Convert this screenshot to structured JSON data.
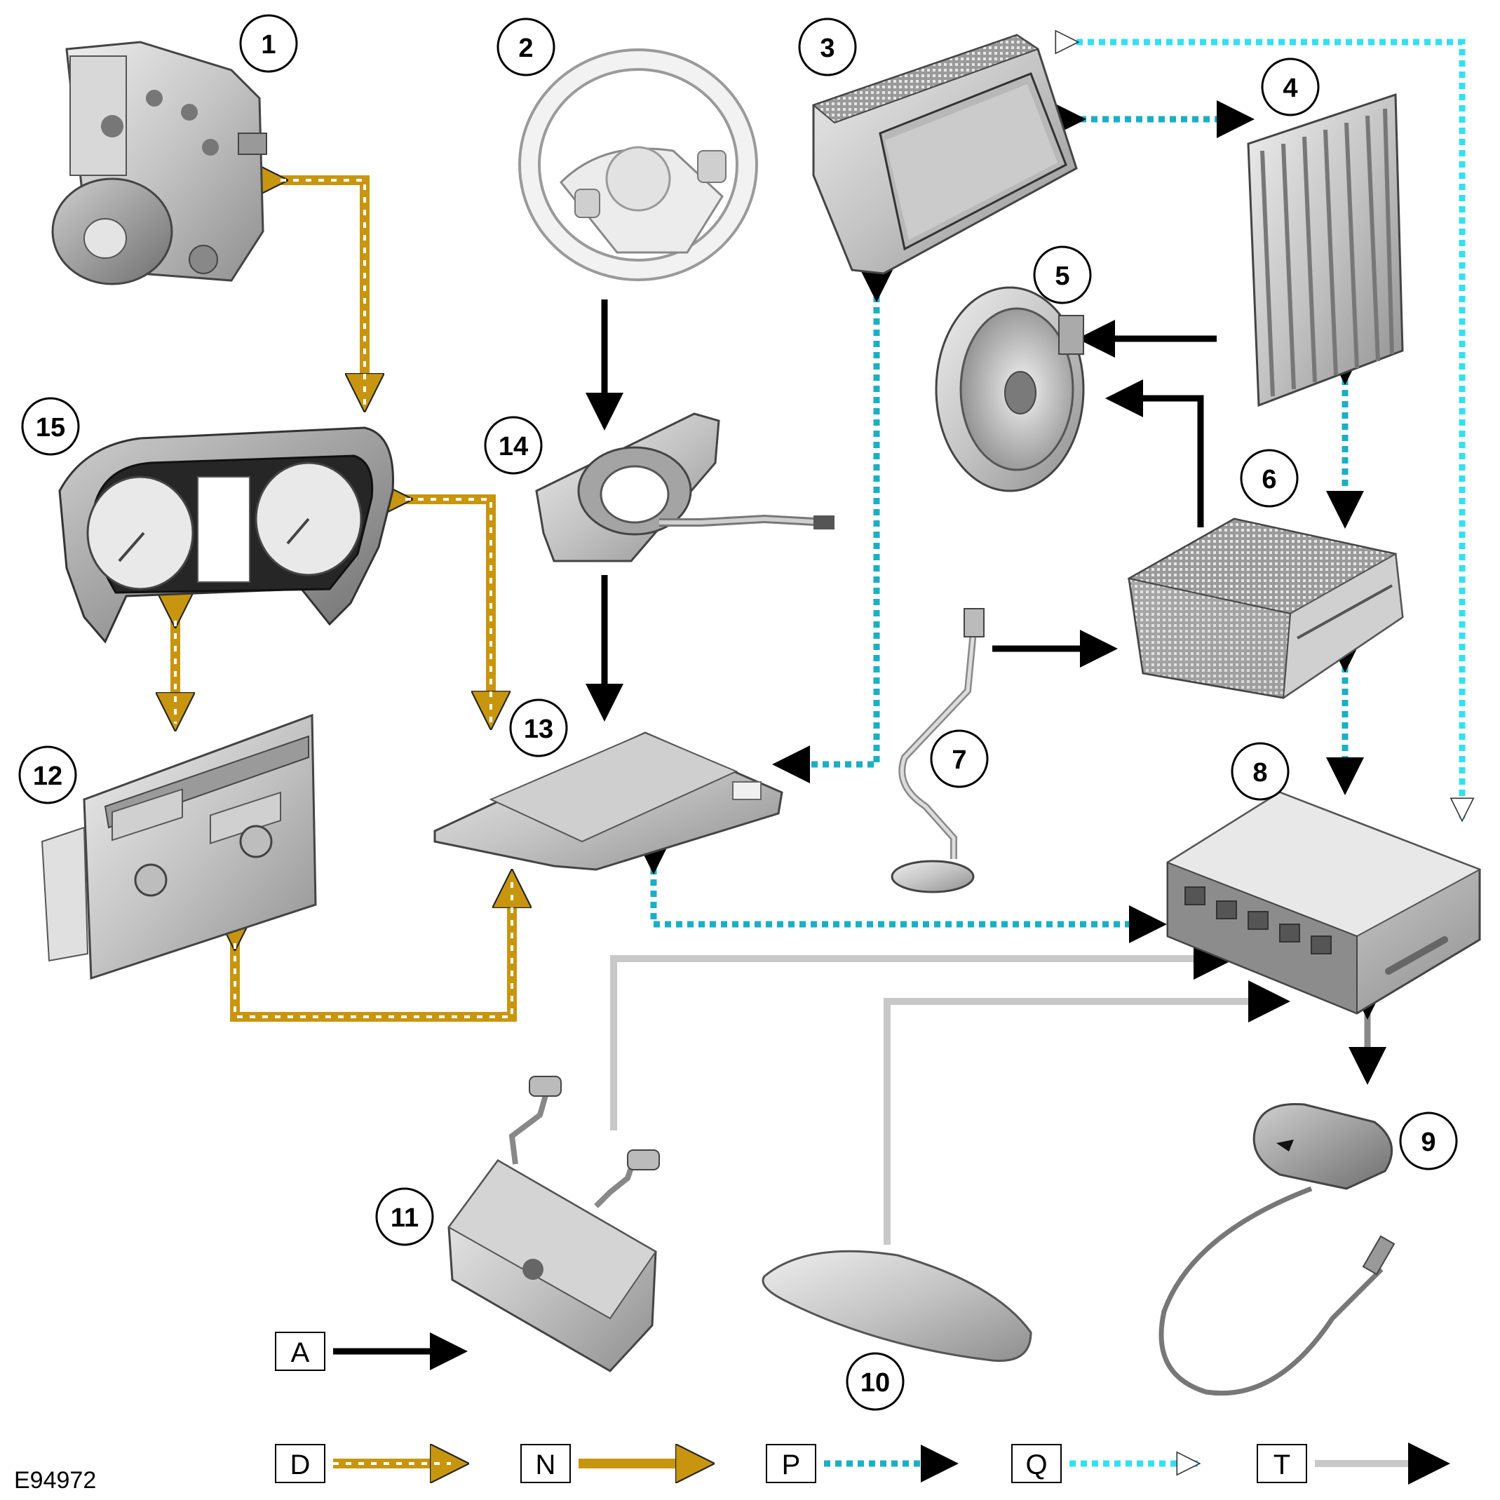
{
  "components": [
    {
      "num": "1",
      "icon": "abs-module-icon"
    },
    {
      "num": "2",
      "icon": "steering-wheel-icon"
    },
    {
      "num": "3",
      "icon": "touch-screen-display-icon"
    },
    {
      "num": "4",
      "icon": "audio-amplifier-icon"
    },
    {
      "num": "5",
      "icon": "speaker-icon"
    },
    {
      "num": "6",
      "icon": "audio-unit-icon"
    },
    {
      "num": "7",
      "icon": "antenna-lead-icon"
    },
    {
      "num": "8",
      "icon": "navigation-module-icon"
    },
    {
      "num": "9",
      "icon": "gps-antenna-icon"
    },
    {
      "num": "10",
      "icon": "roof-antenna-icon"
    },
    {
      "num": "11",
      "icon": "tuner-module-icon"
    },
    {
      "num": "12",
      "icon": "control-panel-icon"
    },
    {
      "num": "13",
      "icon": "central-junction-box-icon"
    },
    {
      "num": "14",
      "icon": "clockspring-icon"
    },
    {
      "num": "15",
      "icon": "instrument-cluster-icon"
    }
  ],
  "key": [
    {
      "letter": "A",
      "style": "black-solid",
      "color": "#000000"
    },
    {
      "letter": "D",
      "style": "gold-dashed",
      "color": "#C8960E"
    },
    {
      "letter": "N",
      "style": "gold-solid",
      "color": "#C8960E"
    },
    {
      "letter": "P",
      "style": "teal-dotted",
      "color": "#1AAFC4"
    },
    {
      "letter": "Q",
      "style": "cyan-dotted-open",
      "color": "#33E0F0"
    },
    {
      "letter": "T",
      "style": "grey-solid",
      "color": "#C8C8C8"
    }
  ],
  "reference": "E94972"
}
